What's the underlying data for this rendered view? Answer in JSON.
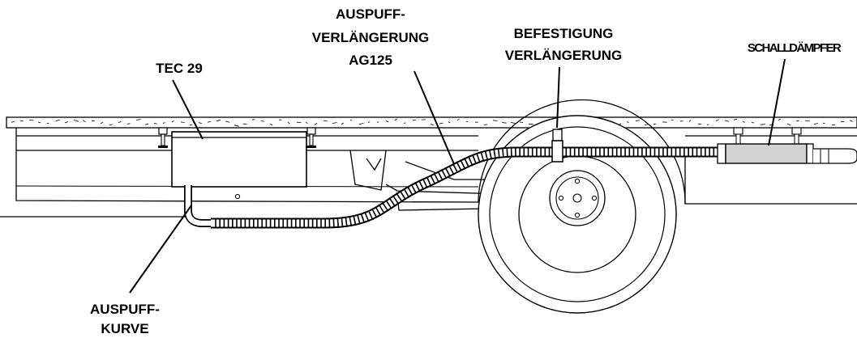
{
  "labels": {
    "tec": "TEC 29",
    "auspuff_verl_1": "AUSPUFF-",
    "auspuff_verl_2": "VERLÄNGERUNG",
    "auspuff_verl_3": "AG125",
    "befestigung_1": "BEFESTIGUNG",
    "befestigung_2": "VERLÄNGERUNG",
    "schalldaempfer": "SCHALLDÄMPFER",
    "kurve_1": "AUSPUFF-",
    "kurve_2": "KURVE"
  },
  "colors": {
    "line": "#000000",
    "muffler_fill": "#d2d2d2",
    "background": "#ffffff"
  }
}
